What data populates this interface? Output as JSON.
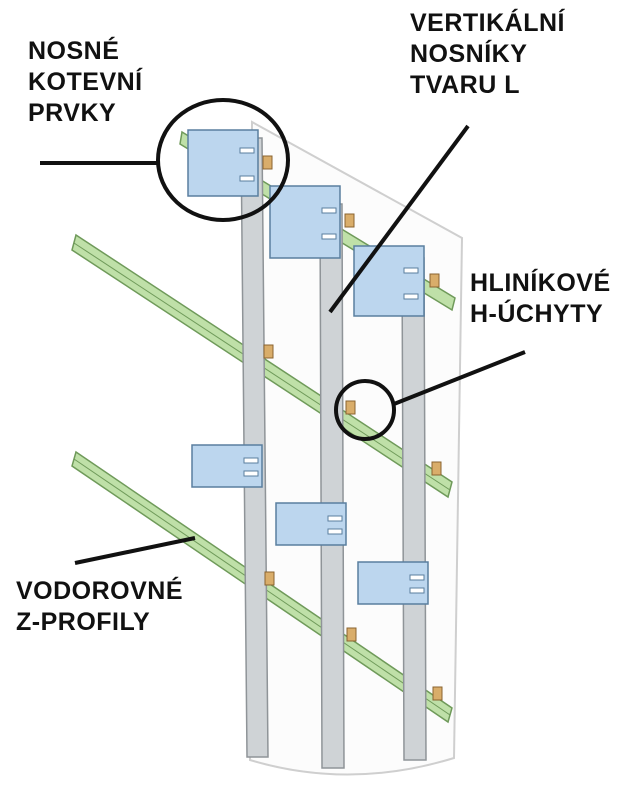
{
  "colors": {
    "panel_fill": "#fcfcfc",
    "panel_edge": "#cfcfcf",
    "rail_fill": "#cfd3d6",
    "rail_edge": "#8f9498",
    "zprofile_fill": "#bfe0a8",
    "zprofile_edge": "#6f9a5a",
    "bracket_fill": "#bcd6ee",
    "bracket_edge": "#5a7f9f",
    "clip_fill": "#d9ad6a",
    "clip_edge": "#8a6330",
    "leader": "#111111"
  },
  "labels": {
    "anchors": {
      "line1": "NOSNÉ",
      "line2": "KOTEVNÍ",
      "line3": "PRVKY"
    },
    "rails": {
      "line1": "VERTIKÁLNÍ",
      "line2": "NOSNÍKY",
      "line3": "TVARU L"
    },
    "clips": {
      "line1": "HLINÍKOVÉ",
      "line2": "H-ÚCHYTY"
    },
    "zprofiles": {
      "line1": "VODOROVNÉ",
      "line2": "Z-PROFILY"
    }
  }
}
